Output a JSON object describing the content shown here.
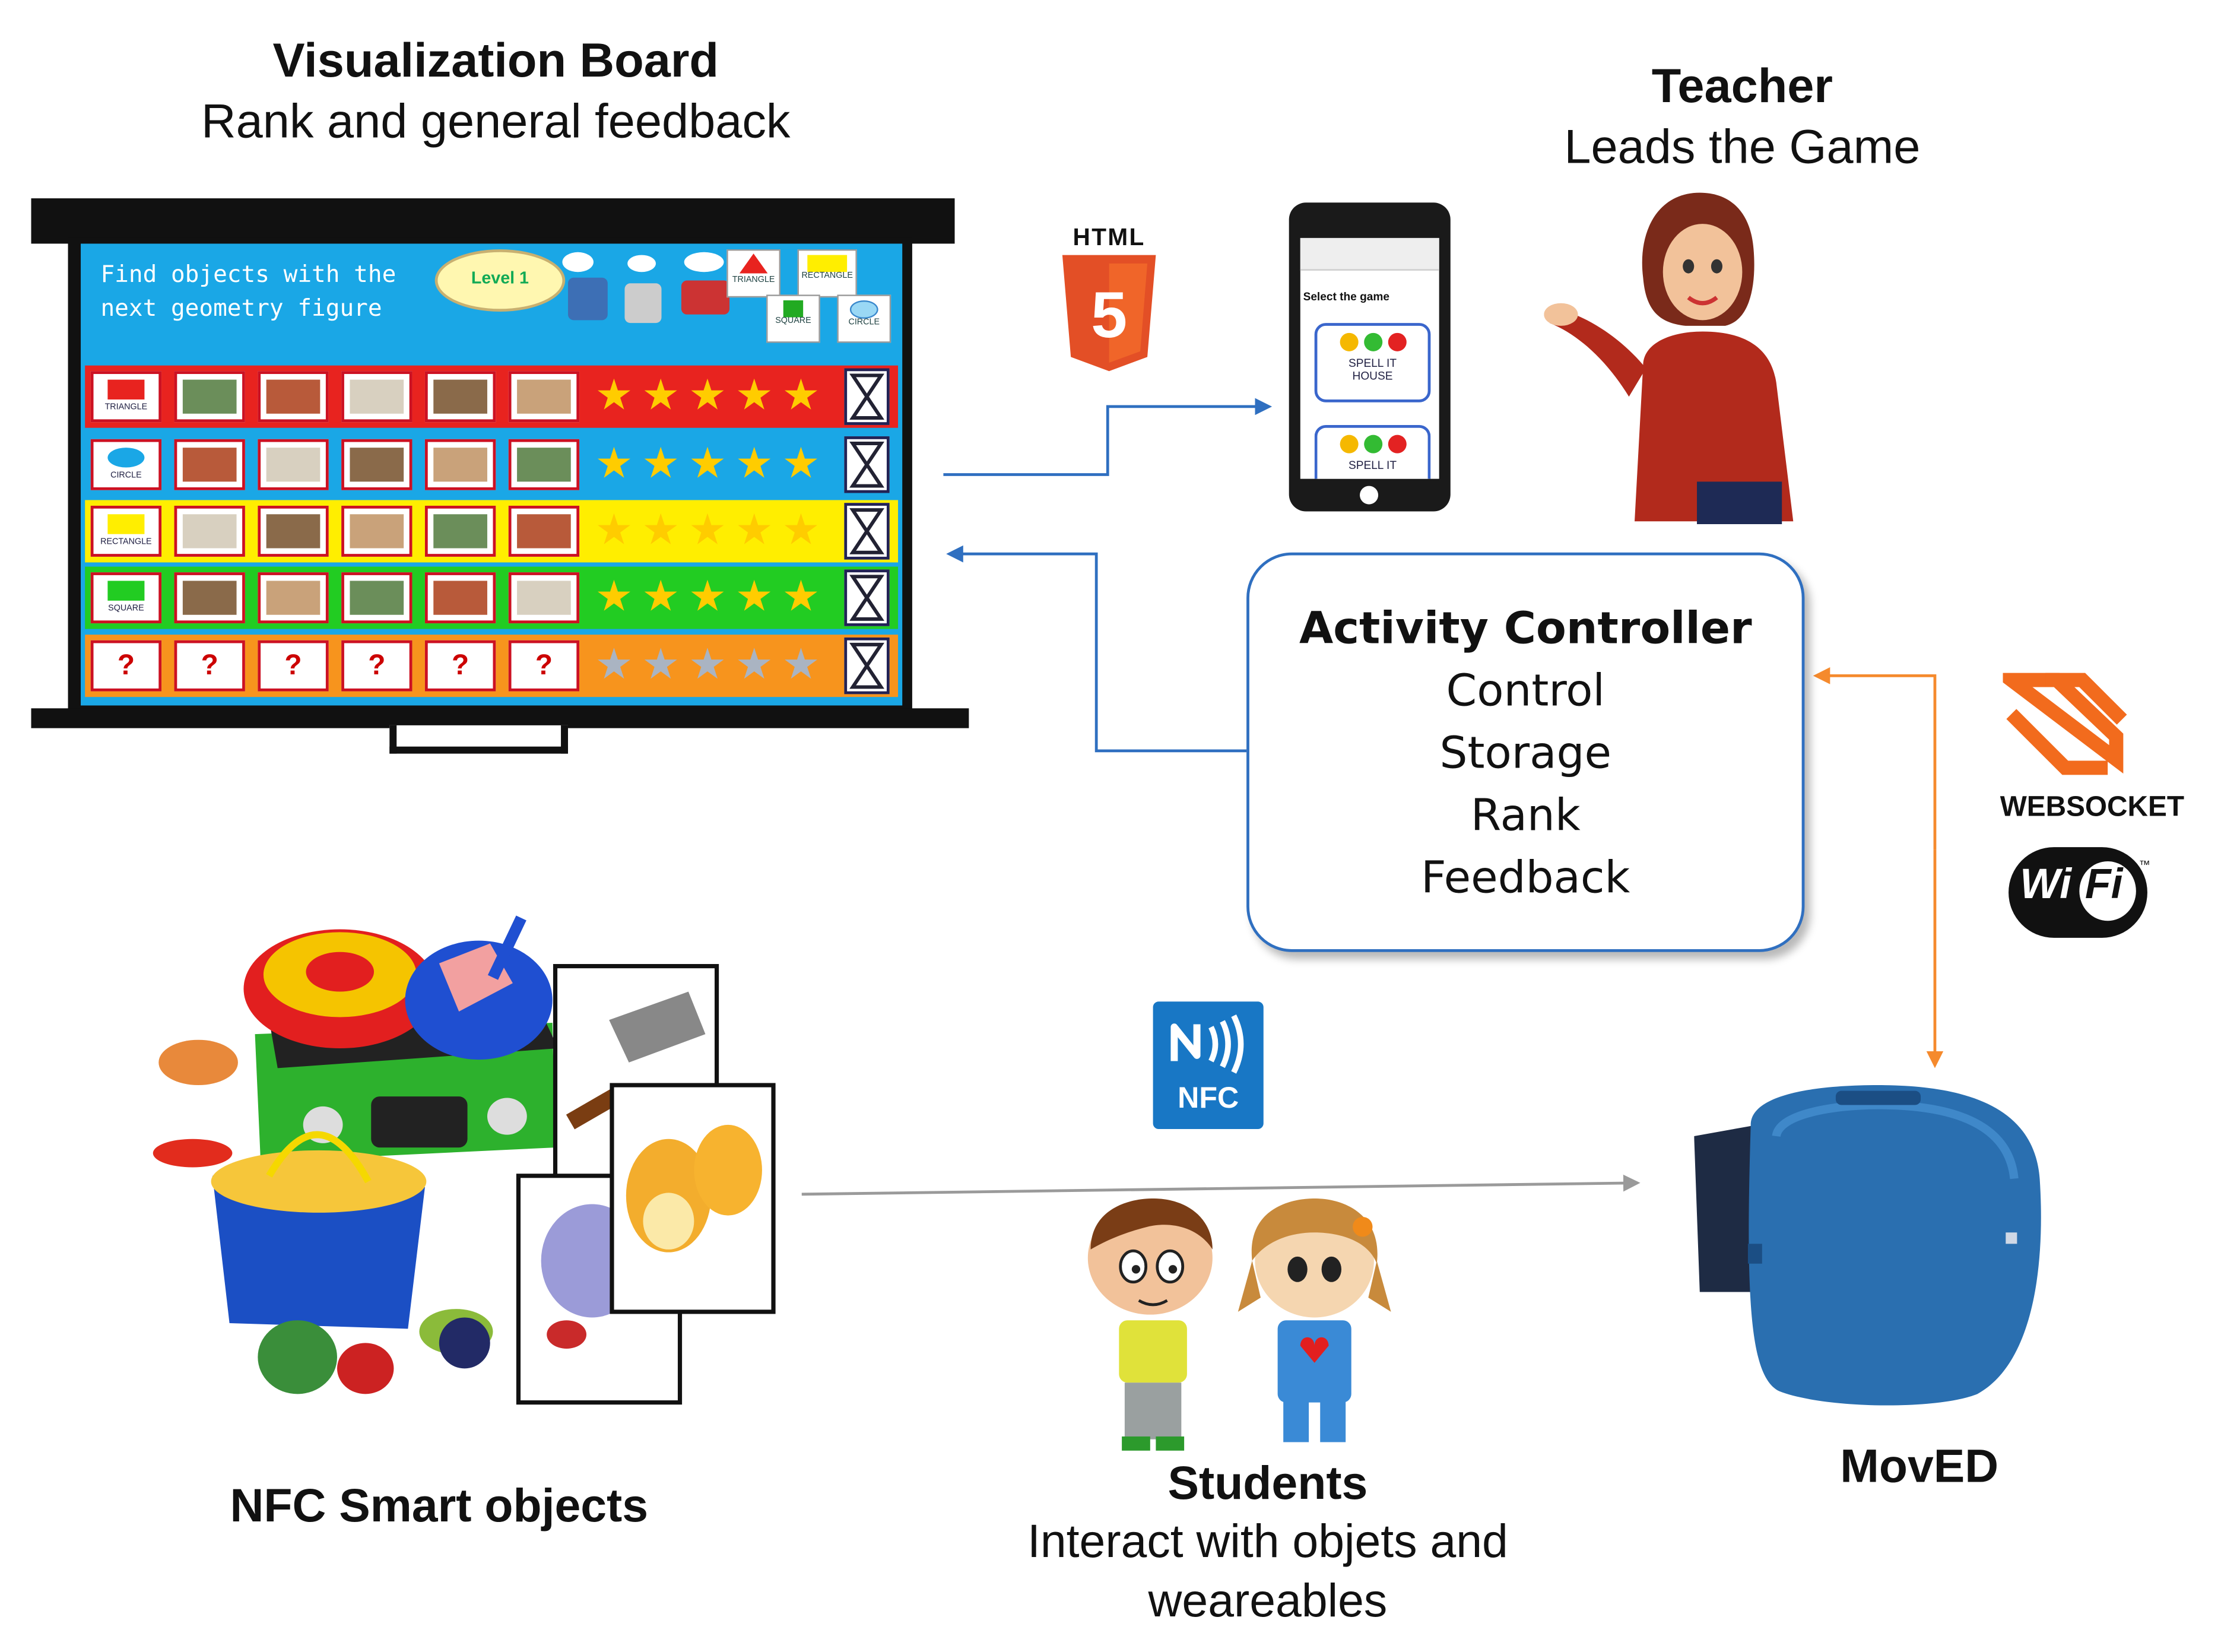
{
  "board": {
    "title": "Visualization Board",
    "subtitle": "Rank and general feedback",
    "heading_line1": "Find objects with the",
    "heading_line2": "next geometry figure",
    "level": "Level 1",
    "shapes": [
      "TRIANGLE",
      "RECTANGLE",
      "SQUARE",
      "CIRCLE"
    ],
    "rows": [
      {
        "label": "TRIANGLE",
        "color": "#e8231f"
      },
      {
        "label": "CIRCLE",
        "color": "#1aa7e6"
      },
      {
        "label": "RECTANGLE",
        "color": "#ffee00"
      },
      {
        "label": "SQUARE",
        "color": "#22cc22"
      },
      {
        "label": "",
        "color": "#f7941d"
      }
    ],
    "unknown_marks": [
      "?",
      "?",
      "?",
      "?",
      "?",
      "?"
    ]
  },
  "teacher": {
    "title": "Teacher",
    "subtitle": "Leads the Game"
  },
  "phone": {
    "prompt": "Select the game",
    "game1_line1": "SPELL IT",
    "game1_line2": "HOUSE",
    "game2_line1": "SPELL IT"
  },
  "html5_logo": {
    "text": "HTML",
    "number": "5"
  },
  "controller": {
    "title": "Activity Controller",
    "items": [
      "Control",
      "Storage",
      "Rank",
      "Feedback"
    ]
  },
  "websocket_logo": {
    "text": "WEBSOCKET"
  },
  "wifi_logo": {
    "wi": "Wi",
    "fi": "Fi",
    "tm": "™"
  },
  "nfc_logo": {
    "text": "NFC"
  },
  "smart_objects": {
    "title": "NFC Smart objects"
  },
  "students": {
    "title": "Students",
    "subtitle_line1": "Interact with objets and",
    "subtitle_line2": "weareables"
  },
  "moved": {
    "title": "MovED"
  },
  "colors": {
    "blue_arrow": "#2f6fc0",
    "orange_arrow": "#f58a2d",
    "gray_arrow": "#9a9a9a",
    "html5_orange": "#e34f26",
    "nfc_blue": "#1877c5",
    "moved_blue": "#2a6fb0"
  }
}
